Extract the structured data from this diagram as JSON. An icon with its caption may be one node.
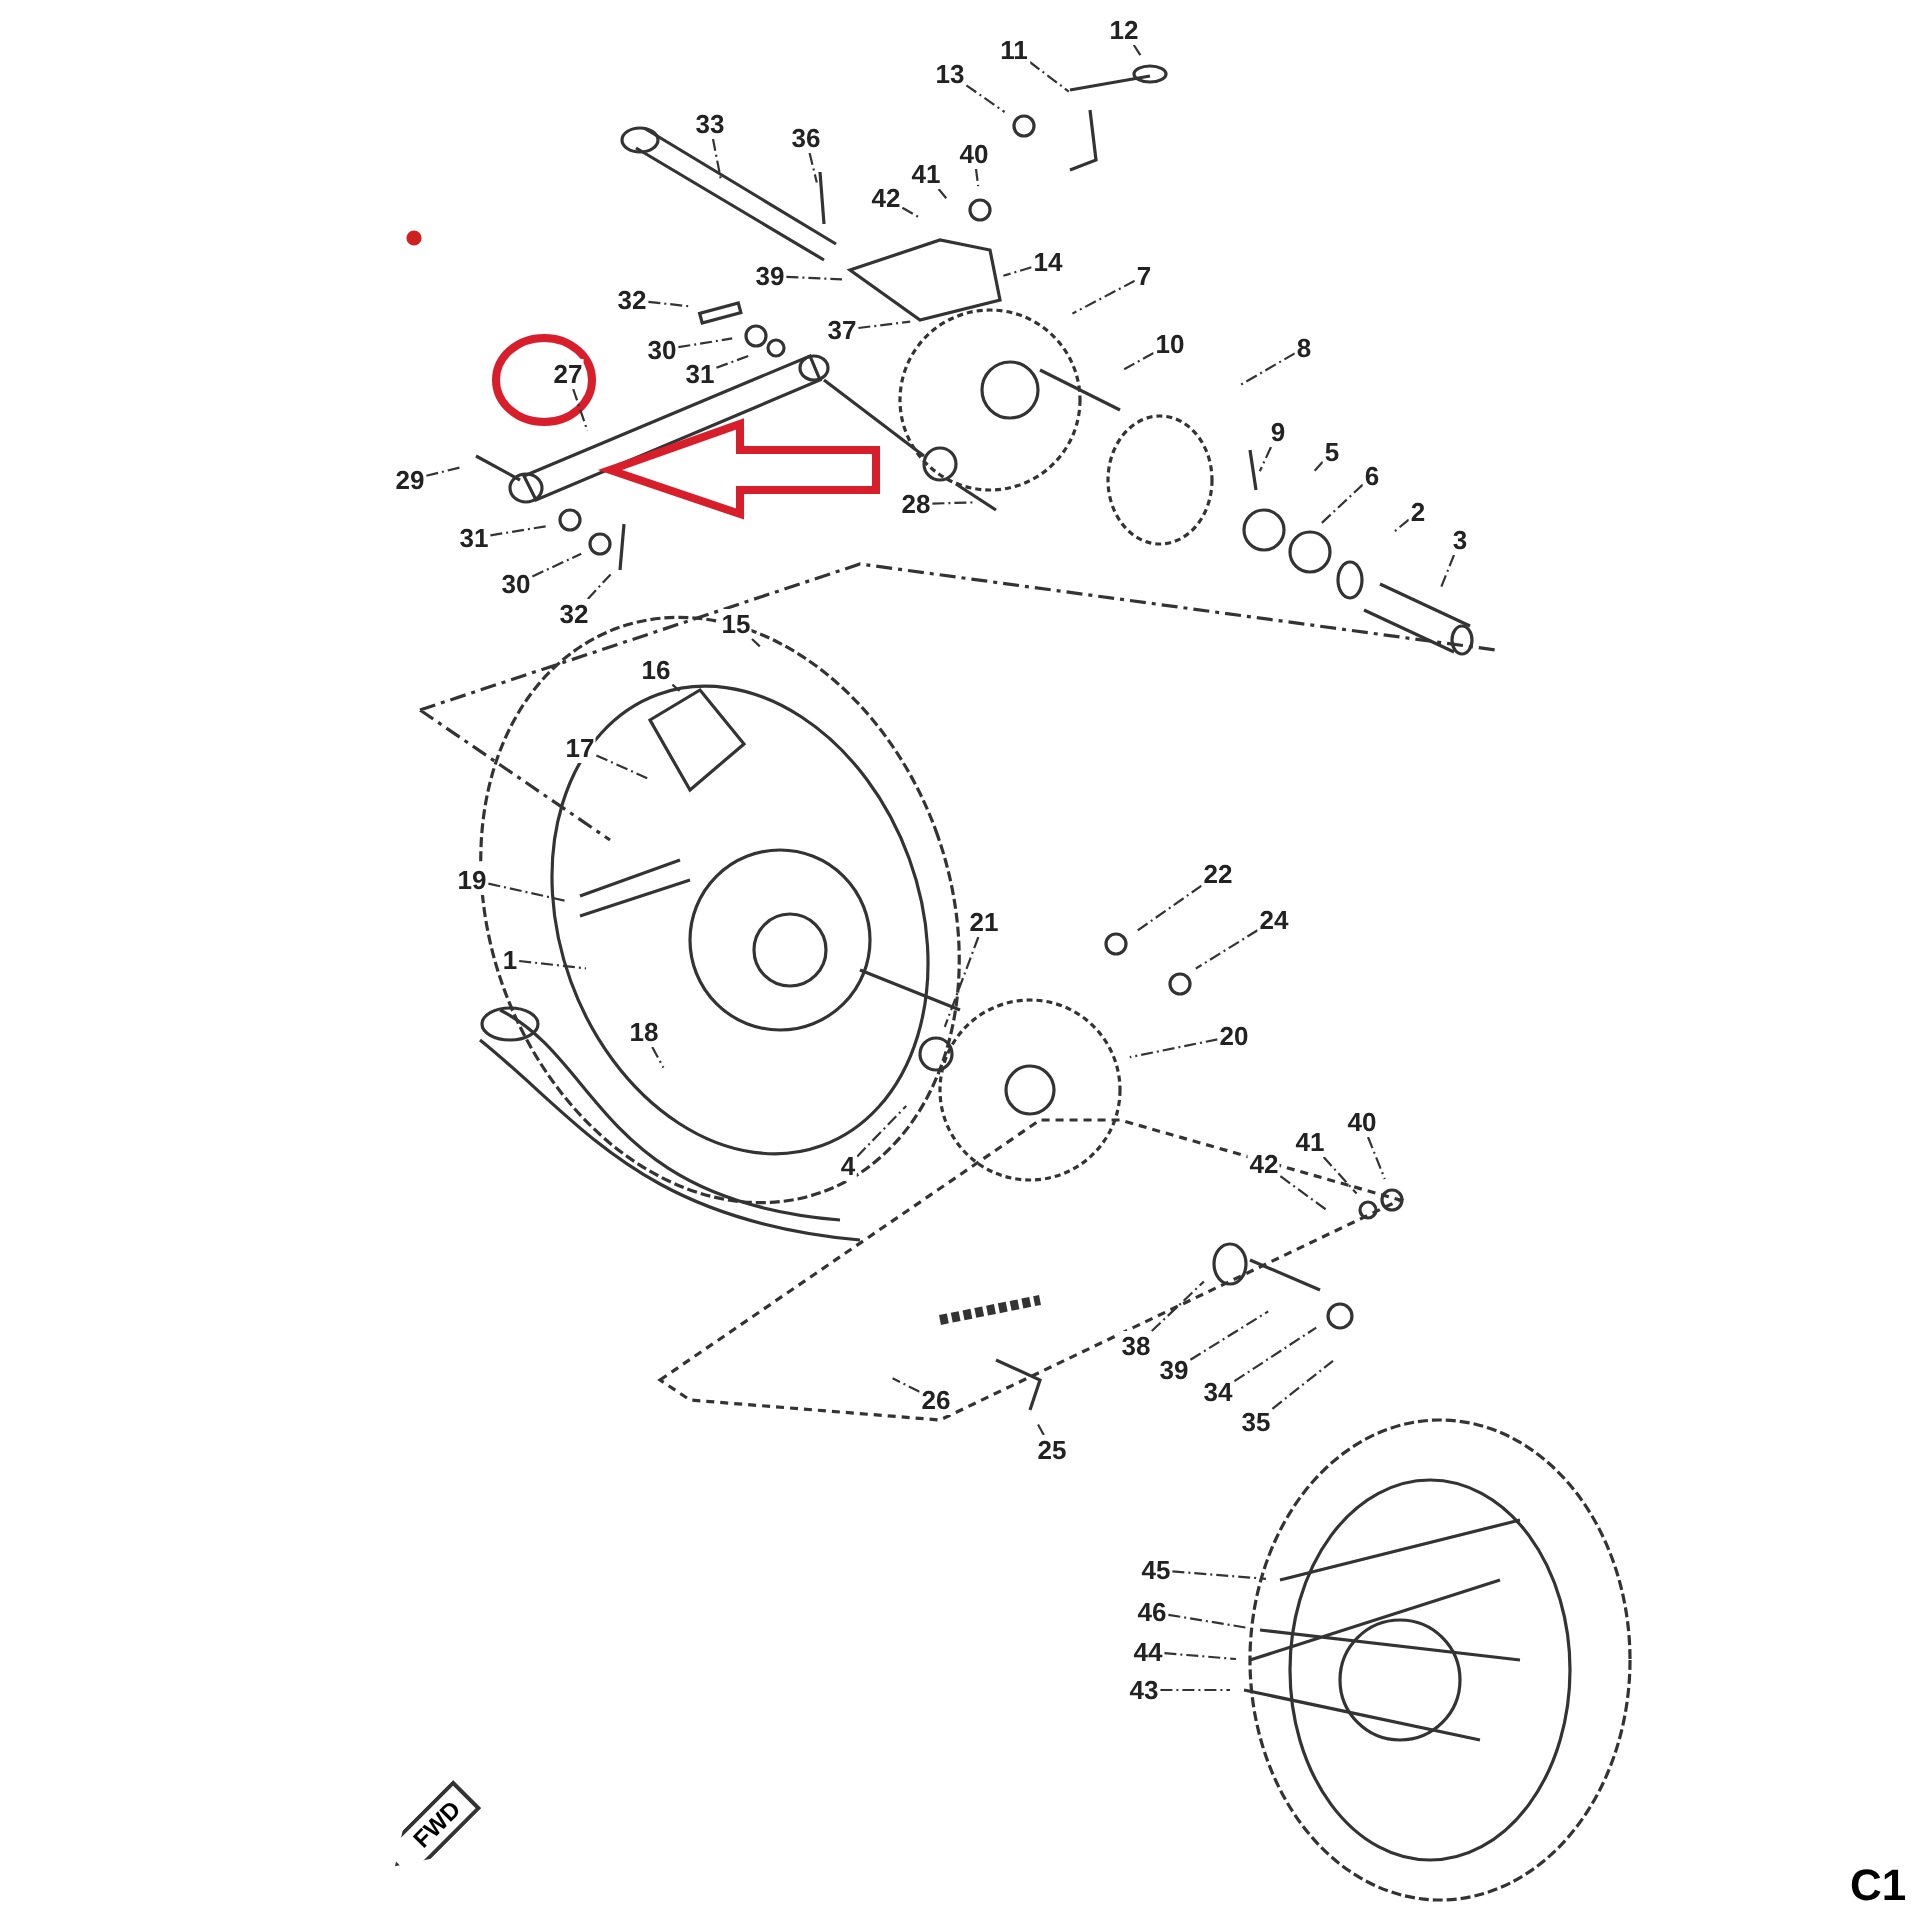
{
  "diagram": {
    "nodes": [
      {
        "text": [
          "12"
        ]
      },
      {
        "text": [
          "11"
        ]
      },
      {
        "text": [
          "13"
        ]
      },
      {
        "text": [
          "33"
        ]
      },
      {
        "text": [
          "36"
        ]
      },
      {
        "text": [
          "40"
        ]
      },
      {
        "text": [
          "41"
        ]
      },
      {
        "text": [
          "42"
        ]
      },
      {
        "text": [
          "39"
        ]
      },
      {
        "text": [
          "14"
        ]
      },
      {
        "text": [
          "7"
        ]
      },
      {
        "text": [
          "32"
        ]
      },
      {
        "text": [
          "30"
        ]
      },
      {
        "text": [
          "37"
        ]
      },
      {
        "text": [
          "10"
        ]
      },
      {
        "text": [
          "31"
        ]
      },
      {
        "text": [
          "8"
        ]
      },
      {
        "text": [
          "27"
        ]
      },
      {
        "text": [
          "9"
        ]
      },
      {
        "text": [
          "29"
        ]
      },
      {
        "text": [
          "5"
        ]
      },
      {
        "text": [
          "6"
        ]
      },
      {
        "text": [
          "28"
        ]
      },
      {
        "text": [
          "2"
        ]
      },
      {
        "text": [
          "31"
        ]
      },
      {
        "text": [
          "3"
        ]
      },
      {
        "text": [
          "30"
        ]
      },
      {
        "text": [
          "32"
        ]
      },
      {
        "text": [
          "15"
        ]
      },
      {
        "text": [
          "16"
        ]
      },
      {
        "text": [
          "17"
        ]
      },
      {
        "text": [
          "19"
        ]
      },
      {
        "text": [
          "22"
        ]
      },
      {
        "text": [
          "21"
        ]
      },
      {
        "text": [
          "24"
        ]
      },
      {
        "text": [
          "1"
        ]
      },
      {
        "text": [
          "20"
        ]
      },
      {
        "text": [
          "18"
        ]
      },
      {
        "text": [
          "4"
        ]
      },
      {
        "text": [
          "40"
        ]
      },
      {
        "text": [
          "41"
        ]
      },
      {
        "text": [
          "42"
        ]
      },
      {
        "text": [
          "38"
        ]
      },
      {
        "text": [
          "39"
        ]
      },
      {
        "text": [
          "34"
        ]
      },
      {
        "text": [
          "35"
        ]
      },
      {
        "text": [
          "26"
        ]
      },
      {
        "text": [
          "25"
        ]
      },
      {
        "text": [
          "45"
        ]
      },
      {
        "text": [
          "46"
        ]
      },
      {
        "text": [
          "44"
        ]
      },
      {
        "text": [
          "43"
        ]
      }
    ],
    "edges": [
      {
        "from": 0,
        "to": null,
        "arrow": "none",
        "style": "dashed"
      },
      {
        "from": 1,
        "to": null,
        "arrow": "none",
        "style": "dashed"
      },
      {
        "from": 2,
        "to": null,
        "arrow": "none",
        "style": "dashed"
      },
      {
        "from": 3,
        "to": null,
        "arrow": "none",
        "style": "dashed"
      },
      {
        "from": 4,
        "to": null,
        "arrow": "none",
        "style": "dashed"
      },
      {
        "from": 5,
        "to": null,
        "arrow": "none",
        "style": "dashed"
      },
      {
        "from": 6,
        "to": null,
        "arrow": "none",
        "style": "dashed"
      },
      {
        "from": 7,
        "to": null,
        "arrow": "none",
        "style": "dashed"
      },
      {
        "from": 8,
        "to": null,
        "arrow": "none",
        "style": "dashed"
      },
      {
        "from": 9,
        "to": null,
        "arrow": "none",
        "style": "dashed"
      },
      {
        "from": 10,
        "to": null,
        "arrow": "none",
        "style": "dashed"
      },
      {
        "from": 11,
        "to": null,
        "arrow": "none",
        "style": "dashed"
      },
      {
        "from": 12,
        "to": null,
        "arrow": "none",
        "style": "dashed"
      },
      {
        "from": 13,
        "to": null,
        "arrow": "none",
        "style": "dashed"
      },
      {
        "from": 14,
        "to": null,
        "arrow": "none",
        "style": "dashed"
      },
      {
        "from": 15,
        "to": null,
        "arrow": "none",
        "style": "dashed"
      },
      {
        "from": 16,
        "to": null,
        "arrow": "none",
        "style": "dashed"
      },
      {
        "from": 17,
        "to": null,
        "arrow": "none",
        "style": "dashed"
      },
      {
        "from": 18,
        "to": null,
        "arrow": "none",
        "style": "dashed"
      },
      {
        "from": 19,
        "to": null,
        "arrow": "none",
        "style": "dashed"
      },
      {
        "from": 20,
        "to": null,
        "arrow": "none",
        "style": "dashed"
      },
      {
        "from": 21,
        "to": null,
        "arrow": "none",
        "style": "dashed"
      },
      {
        "from": 22,
        "to": null,
        "arrow": "none",
        "style": "dashed"
      },
      {
        "from": 23,
        "to": null,
        "arrow": "none",
        "style": "dashed"
      },
      {
        "from": 24,
        "to": null,
        "arrow": "none",
        "style": "dashed"
      },
      {
        "from": 25,
        "to": null,
        "arrow": "none",
        "style": "dashed"
      },
      {
        "from": 26,
        "to": null,
        "arrow": "none",
        "style": "dashed"
      },
      {
        "from": 27,
        "to": null,
        "arrow": "none",
        "style": "dashed"
      },
      {
        "from": 28,
        "to": null,
        "arrow": "none",
        "style": "dashed"
      },
      {
        "from": 29,
        "to": null,
        "arrow": "none",
        "style": "dashed"
      },
      {
        "from": 30,
        "to": null,
        "arrow": "none",
        "style": "dashed"
      },
      {
        "from": 31,
        "to": null,
        "arrow": "none",
        "style": "dashed"
      },
      {
        "from": 32,
        "to": null,
        "arrow": "none",
        "style": "dashed"
      },
      {
        "from": 33,
        "to": null,
        "arrow": "none",
        "style": "dashed"
      },
      {
        "from": 34,
        "to": null,
        "arrow": "none",
        "style": "dashed"
      },
      {
        "from": 35,
        "to": null,
        "arrow": "none",
        "style": "dashed"
      },
      {
        "from": 36,
        "to": null,
        "arrow": "none",
        "style": "dashed"
      },
      {
        "from": 37,
        "to": null,
        "arrow": "none",
        "style": "dashed"
      },
      {
        "from": 38,
        "to": null,
        "arrow": "none",
        "style": "dashed"
      },
      {
        "from": 39,
        "to": null,
        "arrow": "none",
        "style": "dashed"
      },
      {
        "from": 40,
        "to": null,
        "arrow": "none",
        "style": "dashed"
      },
      {
        "from": 41,
        "to": null,
        "arrow": "none",
        "style": "dashed"
      },
      {
        "from": 42,
        "to": null,
        "arrow": "none",
        "style": "dashed"
      },
      {
        "from": 43,
        "to": null,
        "arrow": "none",
        "style": "dashed"
      },
      {
        "from": 44,
        "to": null,
        "arrow": "none",
        "style": "dashed"
      },
      {
        "from": 45,
        "to": null,
        "arrow": "none",
        "style": "dashed"
      },
      {
        "from": 46,
        "to": null,
        "arrow": "none",
        "style": "dashed"
      },
      {
        "from": 47,
        "to": null,
        "arrow": "none",
        "style": "dashed"
      },
      {
        "from": 48,
        "to": null,
        "arrow": "none",
        "style": "dashed"
      },
      {
        "from": 49,
        "to": null,
        "arrow": "none",
        "style": "dashed"
      },
      {
        "from": 50,
        "to": null,
        "arrow": "none",
        "style": "dashed"
      },
      {
        "from": 51,
        "to": null,
        "arrow": "none",
        "style": "dashed"
      }
    ],
    "labels": [
      "FWD",
      "C1"
    ]
  }
}
